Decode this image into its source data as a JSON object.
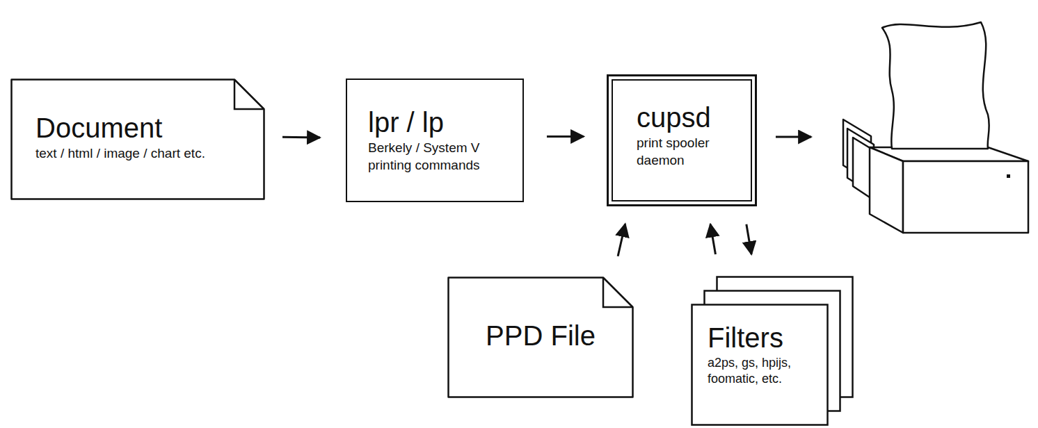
{
  "diagram": {
    "nodes": [
      {
        "text": [
          "Document",
          "text / html / image / chart etc."
        ]
      },
      {
        "text": [
          "lpr / lp",
          "Berkely / System V printing commands"
        ]
      },
      {
        "text": [
          "cupsd",
          "print spooler daemon"
        ]
      },
      {
        "text": [
          "PPD File"
        ]
      },
      {
        "text": [
          "Filters",
          "a2ps, gs, hpijs, foomatic, etc."
        ]
      }
    ],
    "edges": [
      {
        "from": 0,
        "to": 1,
        "arrow": "to"
      },
      {
        "from": 1,
        "to": 2,
        "arrow": "to"
      },
      {
        "from": 3,
        "to": 2,
        "arrow": "to"
      },
      {
        "from": 4,
        "to": 2,
        "arrow": "to"
      },
      {
        "from": 2,
        "to": 4,
        "arrow": "to"
      }
    ]
  }
}
